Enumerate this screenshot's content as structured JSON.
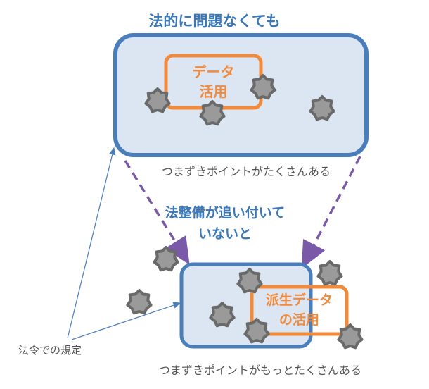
{
  "diagram": {
    "top_title": "法的に問題なくても",
    "top_box_label_line1": "データ",
    "top_box_label_line2": "活用",
    "top_caption": "つまずきポイントがたくさんある",
    "middle_title_line1": "法整備が追い付いて",
    "middle_title_line2": "いないと",
    "bottom_box_label_line1": "派生データ",
    "bottom_box_label_line2": "の活用",
    "bottom_caption": "つまずきポイントがもっとたくさんある",
    "law_label": "法令での規定"
  },
  "colors": {
    "title_blue": "#3a78b8",
    "box_fill": "#dce6f2",
    "box_border": "#4a7ebb",
    "orange": "#f08a3c",
    "purple_dashed": "#7a5aa8",
    "star_fill": "#9a9a9a",
    "star_stroke": "#6a6a6a",
    "caption_gray": "#555555"
  },
  "icons": [
    "stumbling-point-star-icon"
  ]
}
